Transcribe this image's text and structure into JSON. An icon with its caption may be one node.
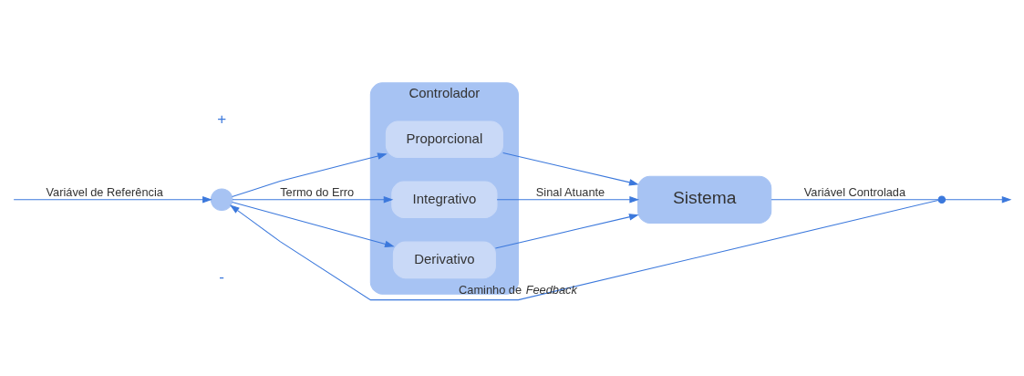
{
  "diagram": {
    "nodes": [
      {
        "text": [
          "Controlador"
        ]
      },
      {
        "text": [
          "Proporcional"
        ],
        "in": 0
      },
      {
        "text": [
          "Integrativo"
        ],
        "in": 0
      },
      {
        "text": [
          "Derivativo"
        ],
        "in": 0
      },
      {
        "text": [],
        "shape": "circle"
      },
      {
        "text": [
          "Sistema"
        ]
      },
      {
        "text": [],
        "shape": "dot"
      }
    ],
    "edges": [
      {
        "from": null,
        "to": 4,
        "arrow": "to",
        "label": "Variável de Referência"
      },
      {
        "from": 4,
        "to": 1,
        "arrow": "to"
      },
      {
        "from": 4,
        "to": 2,
        "arrow": "to",
        "label": "Termo do Erro"
      },
      {
        "from": 4,
        "to": 3,
        "arrow": "to"
      },
      {
        "from": 1,
        "to": 5,
        "arrow": "to"
      },
      {
        "from": 2,
        "to": 5,
        "arrow": "to",
        "label": "Sinal Atuante"
      },
      {
        "from": 3,
        "to": 5,
        "arrow": "to"
      },
      {
        "from": 5,
        "to": 6,
        "arrow": "none",
        "label": "Variável Controlada"
      },
      {
        "from": 6,
        "to": null,
        "arrow": "to"
      },
      {
        "from": 6,
        "to": 4,
        "arrow": "to",
        "label": "Caminho de *Feedback*"
      }
    ],
    "labels": [
      "+",
      "-"
    ]
  }
}
